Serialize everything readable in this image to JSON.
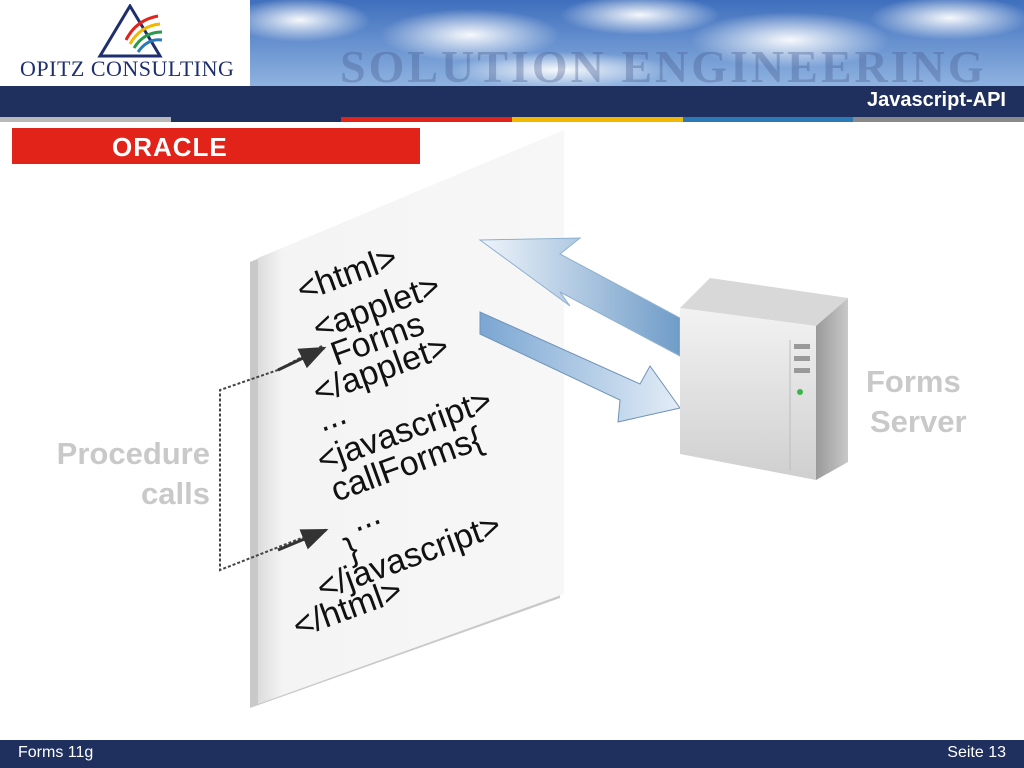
{
  "header": {
    "company": "OPITZ CONSULTING",
    "watermark": "SOLUTION ENGINEERING",
    "slide_title": "Javascript-API"
  },
  "oracle_banner": {
    "text": "ORACLE"
  },
  "diagram": {
    "code_lines": [
      "<html>",
      "<applet>",
      "Forms",
      "</applet>",
      "...",
      "<javascript>",
      "callForms{",
      "...",
      "}",
      "</javascript>",
      "</html>"
    ],
    "left_label": [
      "Procedure",
      "calls"
    ],
    "right_label": [
      "Forms",
      "Server"
    ]
  },
  "footer": {
    "left": "Forms 11g",
    "right": "Seite 13"
  },
  "colors": {
    "navy": "#1f2f5e",
    "oracle_red": "#e2231a",
    "strip": [
      "#b9b9b9",
      "#1f2f5e",
      "#e2231a",
      "#f2b800",
      "#2a7ab8",
      "#8a8a8a"
    ]
  }
}
